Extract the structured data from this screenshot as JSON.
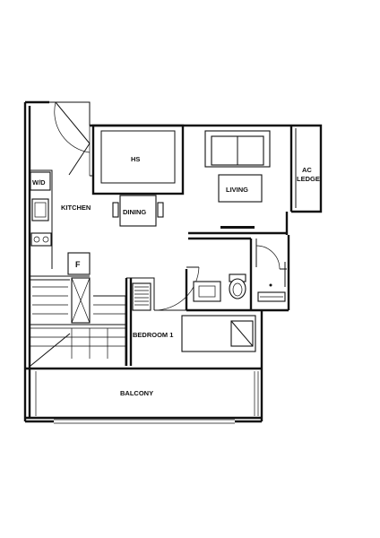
{
  "rooms": {
    "hs": "HS",
    "living": "LIVING",
    "ac_ledge_line1": "AC",
    "ac_ledge_line2": "LEDGE",
    "wd": "W/D",
    "kitchen": "KITCHEN",
    "dining": "DINING",
    "fridge": "F",
    "bedroom": "BEDROOM 1",
    "balcony": "BALCONY"
  }
}
